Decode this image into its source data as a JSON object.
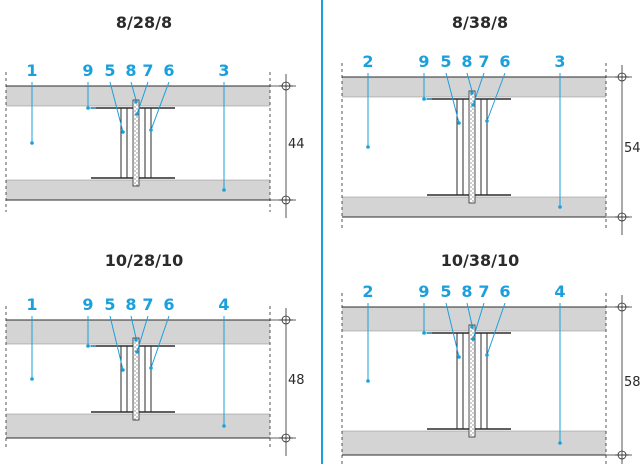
{
  "colors": {
    "accent": "#1aa0dc",
    "board": "#d4d4d4",
    "line": "#2b2b2b",
    "divider": "#1aa0dc"
  },
  "icons": {
    "dimension_marker": "circle-crosshair-icon"
  },
  "panels": [
    {
      "title": "8/28/8",
      "dimension": "44",
      "callouts": [
        "1",
        "9",
        "5",
        "8",
        "7",
        "6",
        "3"
      ]
    },
    {
      "title": "8/38/8",
      "dimension": "54",
      "callouts": [
        "2",
        "9",
        "5",
        "8",
        "7",
        "6",
        "3"
      ]
    },
    {
      "title": "10/28/10",
      "dimension": "48",
      "callouts": [
        "1",
        "9",
        "5",
        "8",
        "7",
        "6",
        "4"
      ]
    },
    {
      "title": "10/38/10",
      "dimension": "58",
      "callouts": [
        "2",
        "9",
        "5",
        "8",
        "7",
        "6",
        "4"
      ]
    }
  ]
}
